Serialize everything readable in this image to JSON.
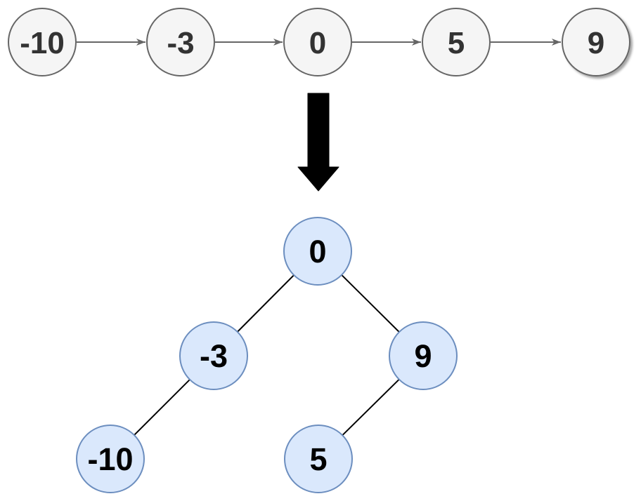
{
  "diagram": {
    "description": "Sorted linked list converted to a height-balanced binary search tree",
    "linked_list": {
      "node_values": [
        "-10",
        "-3",
        "0",
        "5",
        "9"
      ],
      "direction": "left-to-right",
      "link_count": 4
    },
    "transform_arrow": {
      "direction": "down"
    },
    "tree": {
      "nodes": [
        {
          "value": "0",
          "role": "root"
        },
        {
          "value": "-3",
          "role": "left child of 0"
        },
        {
          "value": "9",
          "role": "right child of 0"
        },
        {
          "value": "-10",
          "role": "left child of -3"
        },
        {
          "value": "5",
          "role": "left child of 9"
        }
      ],
      "edges": [
        [
          "0",
          "-3"
        ],
        [
          "0",
          "9"
        ],
        [
          "-3",
          "-10"
        ],
        [
          "9",
          "5"
        ]
      ]
    },
    "colors": {
      "background": "#ffffff",
      "list_node_fill": "#f5f5f5",
      "list_node_stroke": "#666666",
      "list_text": "#333333",
      "link_arrow": "#666666",
      "big_arrow": "#000000",
      "tree_node_fill": "#dae8fc",
      "tree_node_stroke": "#6c8ebf",
      "tree_text": "#000000",
      "tree_edge": "#000000"
    }
  }
}
